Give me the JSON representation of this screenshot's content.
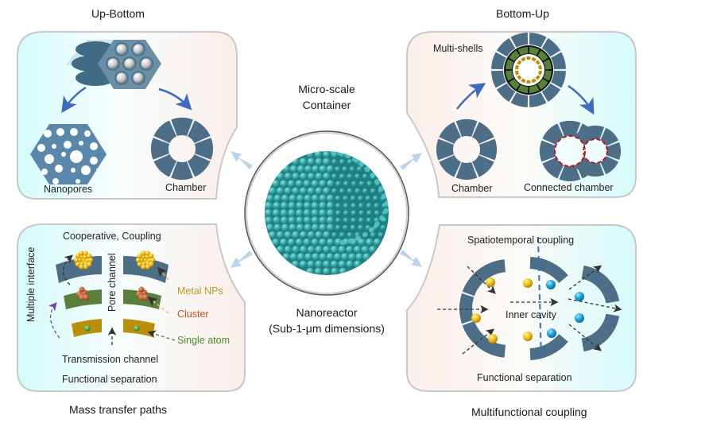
{
  "center": {
    "top_label_line1": "Micro-scale",
    "top_label_line2": "Container",
    "bottom_label_line1": "Nanoreactor",
    "bottom_label_line2": "(Sub-1-μm dimensions)",
    "sphere_color": "#2fa3a3"
  },
  "panels": {
    "top_left": {
      "title": "Up-Bottom",
      "labels": {
        "nanopores": "Nanopores",
        "chamber": "Chamber"
      }
    },
    "top_right": {
      "title": "Bottom-Up",
      "labels": {
        "multi_shells": "Multi-shells",
        "chamber": "Chamber",
        "connected_chamber": "Connected chamber"
      }
    },
    "bottom_left": {
      "title": "Mass transfer paths",
      "labels": {
        "cooperative": "Cooperative, Coupling",
        "multiple_interface": "Multiple interface",
        "pore_channel": "Pore channel",
        "metal_nps": "Metal  NPs",
        "cluster": "Cluster",
        "single_atom": "Single atom",
        "transmission": "Transmission channel",
        "functional_separation": "Functional separation"
      }
    },
    "bottom_right": {
      "title": "Multifunctional  coupling",
      "labels": {
        "spatiotemporal": "Spatiotemporal coupling",
        "inner_cavity": "Inner cavity",
        "functional_separation": "Functional separation"
      }
    }
  },
  "colors": {
    "shell": "#4d6e87",
    "green_layer": "#58803a",
    "gold_layer": "#b8900a",
    "metal_np": "#e0b020",
    "cluster": "#b5541c",
    "atom": "#1a9a3a",
    "blue_np": "#1aa0d8",
    "arrow_blue": "#3c6bc0",
    "big_arrow": "#b7d3ee",
    "red_dash": "#c0141c",
    "metal_label": "#c29a1a",
    "cluster_label": "#c0561c",
    "atom_label": "#4d8a2a"
  }
}
